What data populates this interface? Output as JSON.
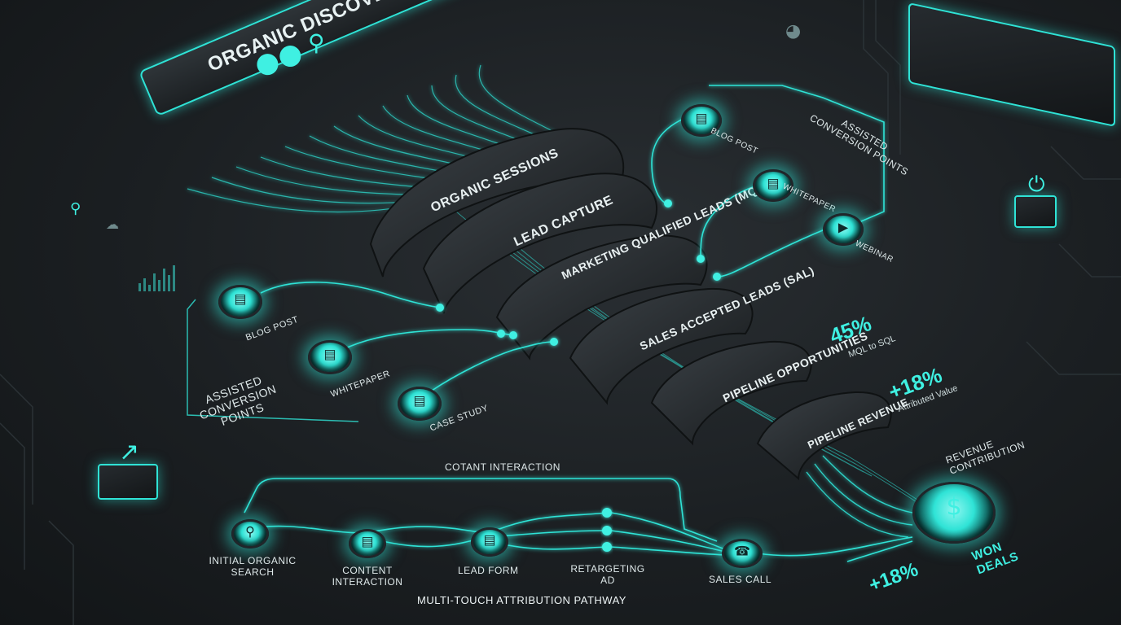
{
  "tofu": {
    "title": "ORGANIC DISCOVERY (TOFU)"
  },
  "funnel": {
    "stages": [
      {
        "label": "ORGANIC SESSIONS"
      },
      {
        "label": "LEAD CAPTURE"
      },
      {
        "label": "MARKETING QUALIFIED LEADS (MQL)"
      },
      {
        "label": "SALES ACCEPTED LEADS (SAL)"
      },
      {
        "label": "PIPELINE OPPORTUNITIES"
      },
      {
        "label": "PIPELINE REVENUE"
      }
    ]
  },
  "left_assists": {
    "heading": "ASSISTED CONVERSION POINTS",
    "items": [
      {
        "label": "BLOG POST"
      },
      {
        "label": "WHITEPAPER"
      },
      {
        "label": "CASE STUDY"
      }
    ]
  },
  "right_assists": {
    "heading": "ASSISTED CONVERSION POINTS",
    "items": [
      {
        "label": "BLOG POST"
      },
      {
        "label": "WHITEPAPER"
      },
      {
        "label": "WEBINAR"
      }
    ]
  },
  "stats": {
    "mql_sql_value": "45%",
    "mql_sql_label": "MQL to SQL",
    "attributed_value": "+18%",
    "attributed_label": "Attributed Value",
    "bottom_value": "+18%"
  },
  "revenue": {
    "contribution": "REVENUE CONTRIBUTION",
    "won": "WON DEALS"
  },
  "pathway": {
    "title": "MULTI-TOUCH ATTRIBUTION PATHWAY",
    "loop_label": "COTANT INTERACTION",
    "steps": [
      {
        "label": "INITIAL ORGANIC SEARCH"
      },
      {
        "label": "CONTENT INTERACTION"
      },
      {
        "label": "LEAD FORM"
      },
      {
        "label": "RETARGETING AD"
      },
      {
        "label": "SALES CALL"
      }
    ]
  },
  "colors": {
    "accent": "#2fe3d6",
    "background": "#1b1f22",
    "band": "#2a2f33"
  }
}
